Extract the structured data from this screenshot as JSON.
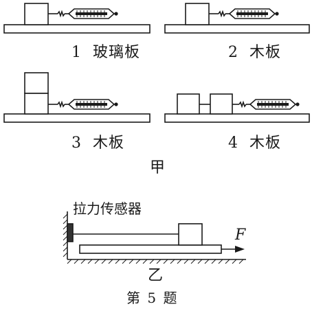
{
  "figure_jia": {
    "label": "甲",
    "panels": [
      {
        "number": "1",
        "surface": "玻璃板"
      },
      {
        "number": "2",
        "surface": "木板"
      },
      {
        "number": "3",
        "surface": "木板"
      },
      {
        "number": "4",
        "surface": "木板"
      }
    ]
  },
  "figure_yi": {
    "label": "乙",
    "sensor_label": "拉力传感器",
    "force_label": "F"
  },
  "caption": "第 5 题",
  "colors": {
    "ink": "#1a1a1a",
    "sensor_fill": "#333333"
  }
}
